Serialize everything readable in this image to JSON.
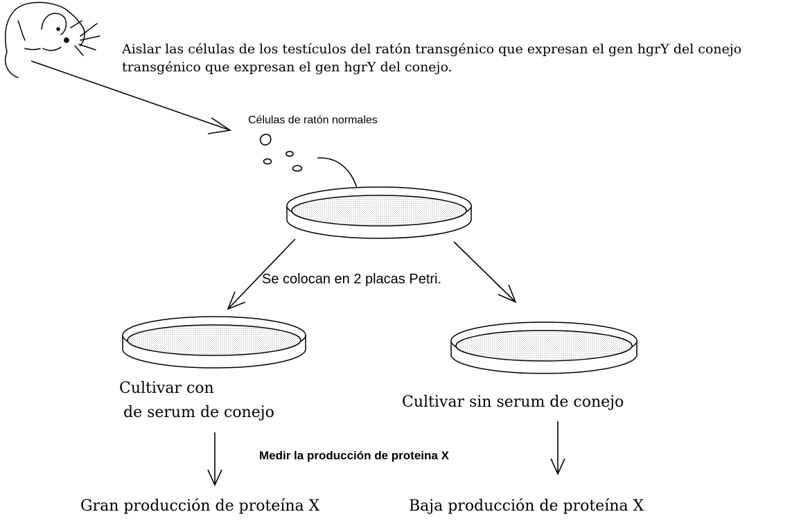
{
  "intro": {
    "line1": "Aislar las células de los testículos del ratón transgénico que expresan el gen hgrY del conejo",
    "line2": "transgénico que expresan el gen hgrY del conejo."
  },
  "cells_label": "Células de ratón normales",
  "split_label": "Se colocan en 2 placas Petri.",
  "left": {
    "condition_line1": "Cultivar con",
    "condition_line2": "de serum de conejo",
    "result": "Gran producción de proteína X"
  },
  "right": {
    "condition": "Cultivar sin serum de conejo",
    "result": "Baja producción de proteína X"
  },
  "measure_label": "Medir la producción de proteina X",
  "colors": {
    "ink": "#000000",
    "dish_fill": "#e6e6e6",
    "background": "#ffffff"
  },
  "icons": [
    "mouse-icon",
    "cell-icon",
    "petri-dish-icon",
    "arrow-icon"
  ]
}
